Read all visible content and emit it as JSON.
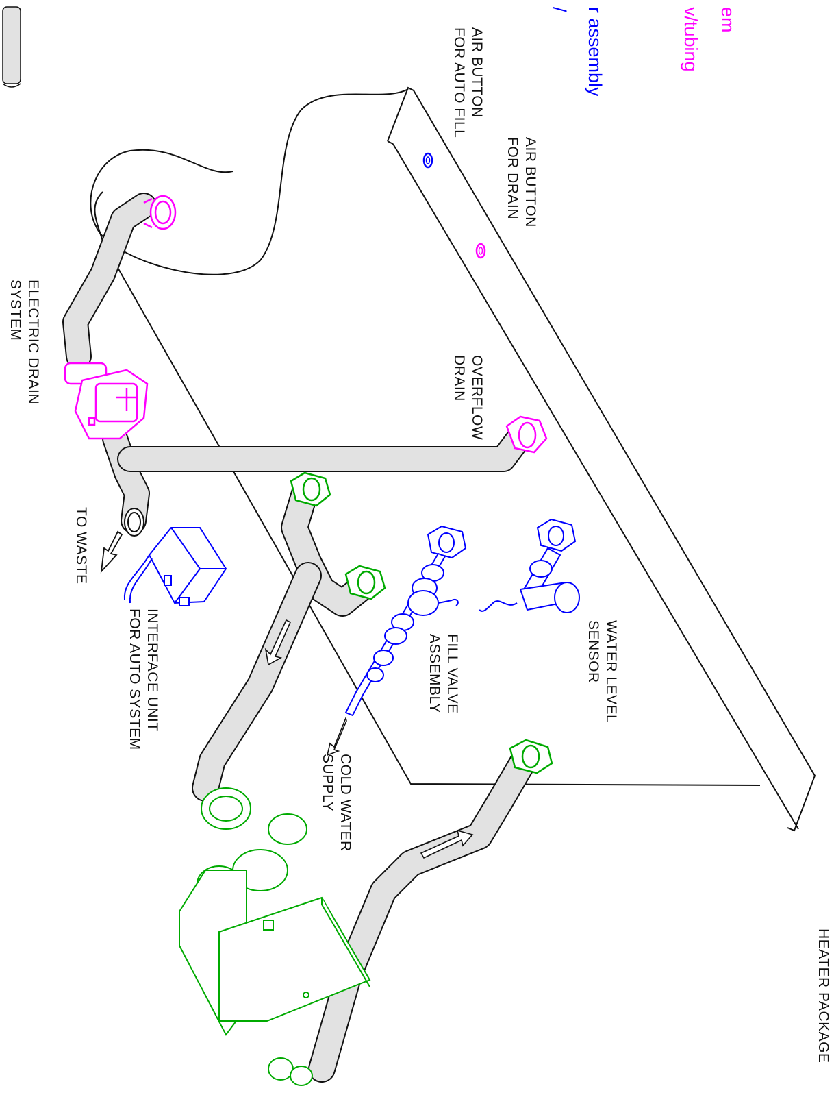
{
  "colors": {
    "drain_system": "#ff00ff",
    "fill_assembly": "#0000ff",
    "heater": "#00aa00",
    "outline": "#111111",
    "pipe_fill": "#e2e2e2"
  },
  "legend": {
    "item1": "em",
    "item2": "v/tubing",
    "item3": "r assembly",
    "item4": "/"
  },
  "labels": {
    "air_button_auto_fill": [
      "AIR BUTTON",
      "FOR AUTO FILL"
    ],
    "air_button_drain": [
      "AIR BUTTON",
      "FOR DRAIN"
    ],
    "electric_drain": [
      "ELECTRIC DRAIN",
      "SYSTEM"
    ],
    "overflow_drain": [
      "OVERFLOW",
      "DRAIN"
    ],
    "to_waste": "TO WASTE",
    "interface_unit": [
      "INTERFACE UNIT",
      "FOR AUTO SYSTEM"
    ],
    "fill_valve": [
      "FILL VALVE",
      "ASSEMBLY"
    ],
    "water_level_sensor": [
      "WATER LEVEL",
      "SENSOR"
    ],
    "cold_water": [
      "COLD WATER",
      "SUPPLY"
    ],
    "heater_package": "HEATER PACKAGE"
  }
}
